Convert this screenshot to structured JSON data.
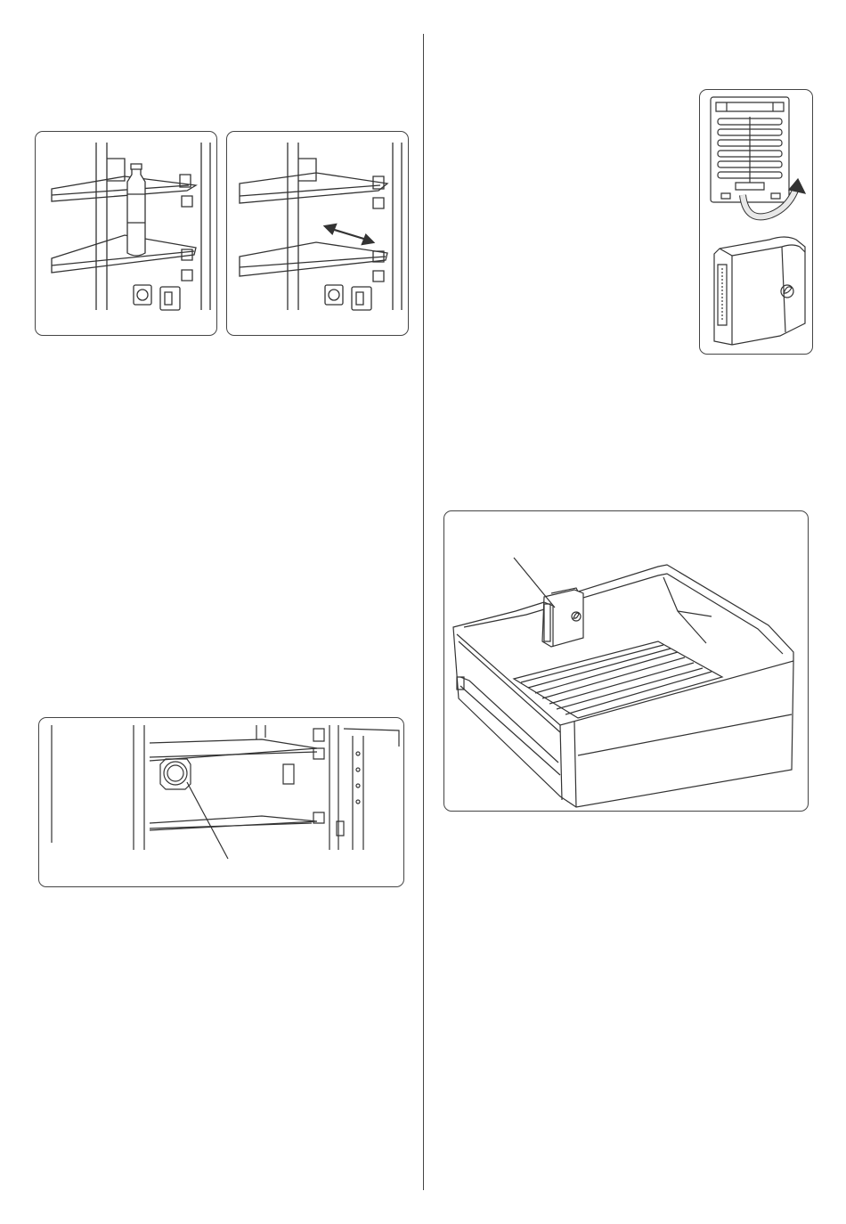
{
  "page": {
    "columns": 2,
    "figures": [
      {
        "id": "shelf-with-bottle",
        "icon": "bottle-icon"
      },
      {
        "id": "shelf-slide",
        "icon": "double-arrow-icon"
      },
      {
        "id": "odor-filter-cartridge",
        "icon": "leaf-logo-icon"
      },
      {
        "id": "crisper-drawer",
        "icon": "leaf-logo-icon"
      },
      {
        "id": "fridge-interior-fan",
        "icon": "fan-icon"
      }
    ]
  },
  "colors": {
    "line": "#333333",
    "frame": "#444444",
    "arrow_fill": "#e8e8e8"
  }
}
